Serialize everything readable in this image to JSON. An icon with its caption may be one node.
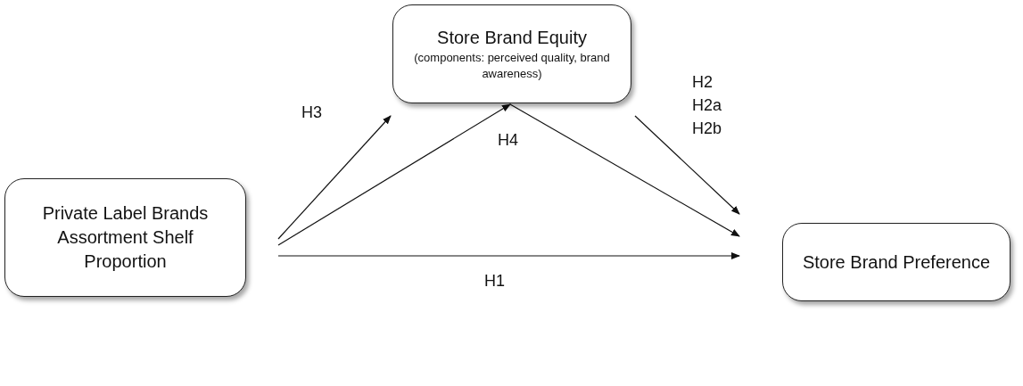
{
  "diagram": {
    "nodes": [
      {
        "text": [
          "Private Label Brands Assortment Shelf Proportion"
        ]
      },
      {
        "text": [
          "Store Brand Equity",
          "(components: perceived quality, brand awareness)"
        ]
      },
      {
        "text": [
          "Store Brand Preference"
        ]
      }
    ],
    "edges": [
      {
        "from": 0,
        "to": 1,
        "arrow": "to"
      },
      {
        "from": 0,
        "to": 1,
        "arrow": "to"
      },
      {
        "from": 1,
        "to": 2,
        "arrow": "to"
      },
      {
        "from": null,
        "to": 2,
        "arrow": "to"
      },
      {
        "from": 0,
        "to": 2,
        "arrow": "to"
      }
    ],
    "labels": [
      "H2",
      "H2a",
      "H2b",
      "H3",
      "H4",
      "H1"
    ]
  }
}
